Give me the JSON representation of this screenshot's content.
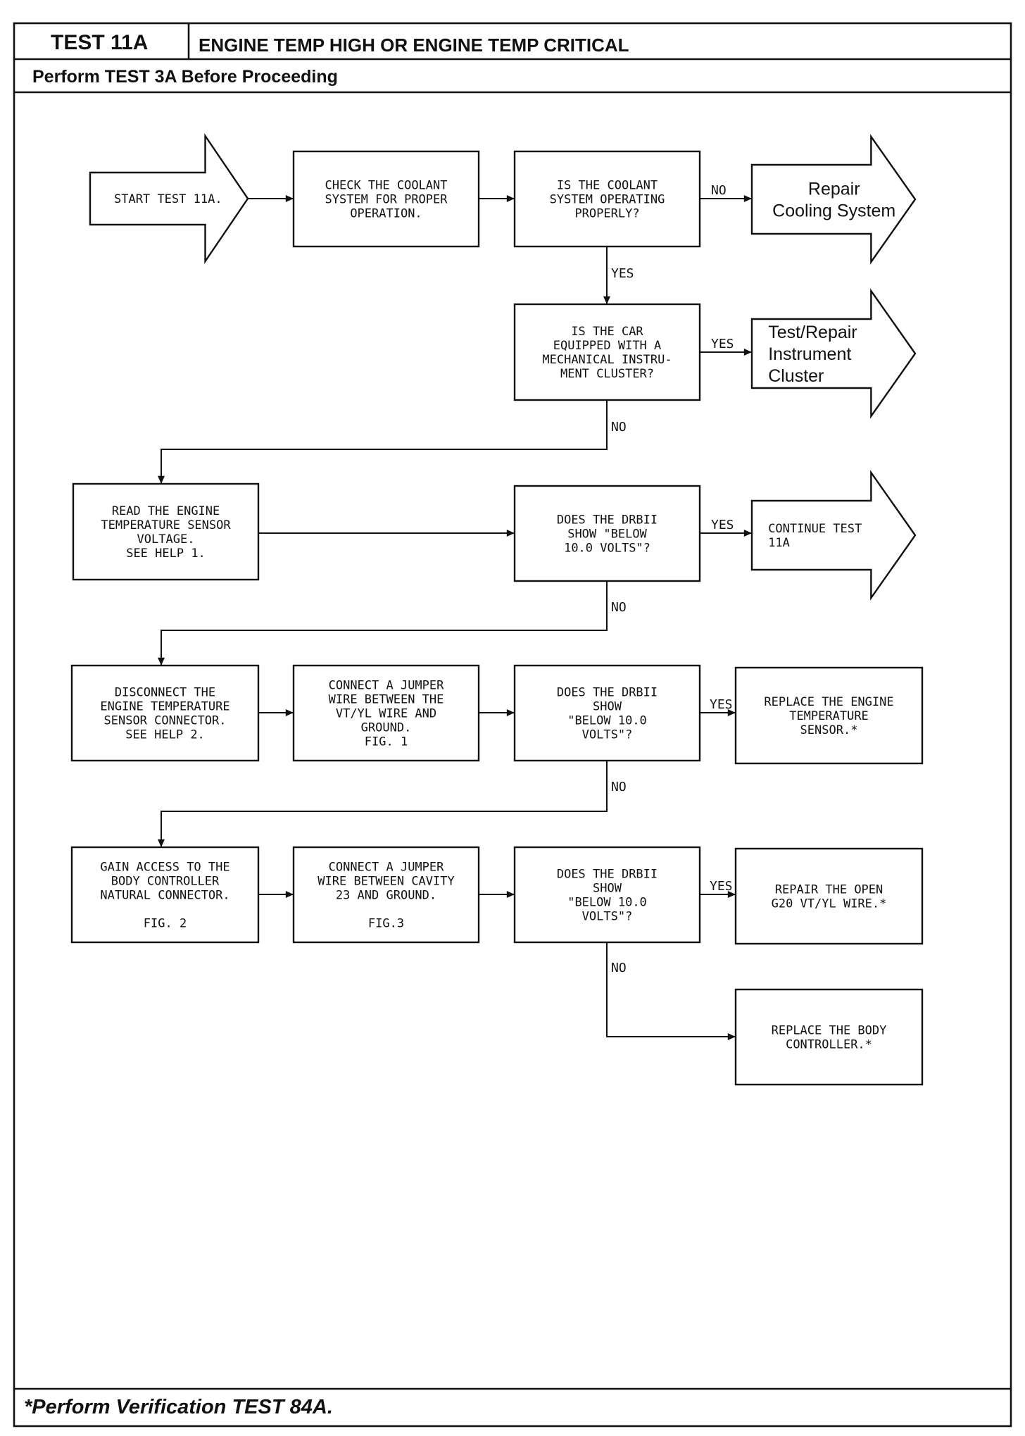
{
  "header": {
    "test_id": "TEST 11A",
    "title": "ENGINE TEMP HIGH OR ENGINE TEMP CRITICAL",
    "prerequisite": "Perform TEST 3A Before Proceeding"
  },
  "footer": {
    "note": "*Perform Verification TEST 84A."
  },
  "nodes": {
    "start": {
      "lines": [
        "START TEST 11A."
      ]
    },
    "check_coolant": {
      "lines": [
        "CHECK THE COOLANT",
        "SYSTEM FOR PROPER",
        "OPERATION."
      ]
    },
    "coolant_ok": {
      "lines": [
        "IS THE COOLANT",
        "SYSTEM OPERATING",
        "PROPERLY?"
      ]
    },
    "repair_cooling": {
      "lines": [
        "Repair",
        "Cooling System"
      ]
    },
    "mech_cluster": {
      "lines": [
        "IS THE CAR",
        "EQUIPPED WITH A",
        "MECHANICAL INSTRU-",
        "MENT CLUSTER?"
      ]
    },
    "repair_cluster": {
      "lines": [
        "Test/Repair",
        "Instrument",
        "Cluster"
      ]
    },
    "read_sensor": {
      "lines": [
        "READ THE ENGINE",
        "TEMPERATURE SENSOR",
        "VOLTAGE.",
        "SEE HELP 1."
      ]
    },
    "drb_below_1": {
      "lines": [
        "DOES THE DRBII",
        "SHOW \"BELOW",
        "10.0 VOLTS\"?"
      ]
    },
    "continue_test": {
      "lines": [
        "CONTINUE TEST",
        "11A"
      ]
    },
    "disconnect_sensor": {
      "lines": [
        "DISCONNECT THE",
        "ENGINE TEMPERATURE",
        "SENSOR CONNECTOR.",
        "SEE HELP 2."
      ]
    },
    "jumper_vt_yl": {
      "lines": [
        "CONNECT A JUMPER",
        "WIRE BETWEEN THE",
        "VT/YL WIRE AND",
        "GROUND.",
        "FIG. 1"
      ]
    },
    "drb_below_2": {
      "lines": [
        "DOES THE DRBII",
        "SHOW",
        "\"BELOW 10.0",
        "VOLTS\"?"
      ]
    },
    "replace_sensor": {
      "lines": [
        "REPLACE THE ENGINE",
        "TEMPERATURE",
        "SENSOR.*"
      ]
    },
    "access_body": {
      "lines": [
        "GAIN ACCESS TO THE",
        "BODY CONTROLLER",
        "NATURAL CONNECTOR.",
        "",
        "FIG. 2"
      ]
    },
    "jumper_cavity": {
      "lines": [
        "CONNECT A JUMPER",
        "WIRE BETWEEN CAVITY",
        "23 AND GROUND.",
        "",
        "FIG.3"
      ]
    },
    "drb_below_3": {
      "lines": [
        "DOES THE DRBII",
        "SHOW",
        "\"BELOW 10.0",
        "VOLTS\"?"
      ]
    },
    "repair_open": {
      "lines": [
        "REPAIR THE OPEN",
        "G20 VT/YL WIRE.*"
      ]
    },
    "replace_body": {
      "lines": [
        "REPLACE THE BODY",
        "CONTROLLER.*"
      ]
    }
  },
  "edges": [
    {
      "from": "start",
      "to": "check_coolant",
      "label": ""
    },
    {
      "from": "check_coolant",
      "to": "coolant_ok",
      "label": ""
    },
    {
      "from": "coolant_ok",
      "to": "repair_cooling",
      "label": "NO"
    },
    {
      "from": "coolant_ok",
      "to": "mech_cluster",
      "label": "YES"
    },
    {
      "from": "mech_cluster",
      "to": "repair_cluster",
      "label": "YES"
    },
    {
      "from": "mech_cluster",
      "to": "read_sensor",
      "label": "NO"
    },
    {
      "from": "read_sensor",
      "to": "drb_below_1",
      "label": ""
    },
    {
      "from": "drb_below_1",
      "to": "continue_test",
      "label": "YES"
    },
    {
      "from": "drb_below_1",
      "to": "disconnect_sensor",
      "label": "NO"
    },
    {
      "from": "disconnect_sensor",
      "to": "jumper_vt_yl",
      "label": ""
    },
    {
      "from": "jumper_vt_yl",
      "to": "drb_below_2",
      "label": ""
    },
    {
      "from": "drb_below_2",
      "to": "replace_sensor",
      "label": "YES"
    },
    {
      "from": "drb_below_2",
      "to": "access_body",
      "label": "NO"
    },
    {
      "from": "access_body",
      "to": "jumper_cavity",
      "label": ""
    },
    {
      "from": "jumper_cavity",
      "to": "drb_below_3",
      "label": ""
    },
    {
      "from": "drb_below_3",
      "to": "repair_open",
      "label": "YES"
    },
    {
      "from": "drb_below_3",
      "to": "replace_body",
      "label": "NO"
    }
  ]
}
